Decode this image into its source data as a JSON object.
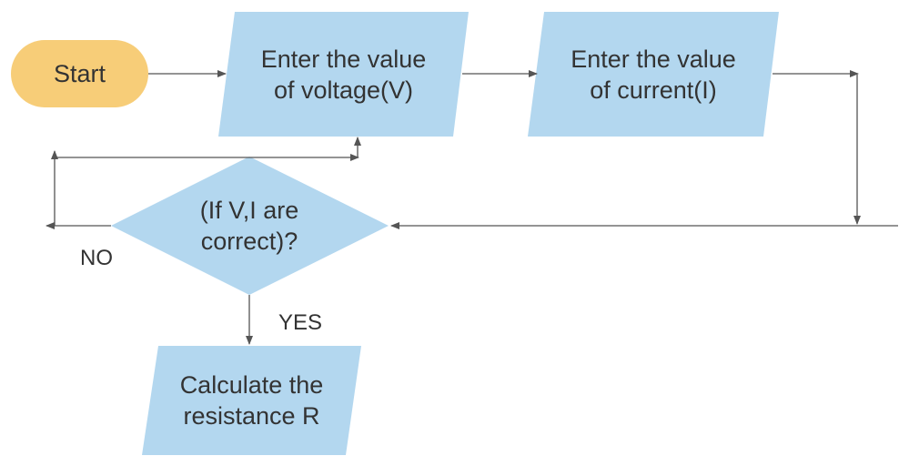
{
  "colors": {
    "start": "#f7cd78",
    "process": "#b3d7ef",
    "line": "#555555",
    "text": "#333333"
  },
  "nodes": {
    "start": {
      "label": "Start"
    },
    "voltage": {
      "line1": "Enter the value",
      "line2": "of voltage(V)"
    },
    "current": {
      "line1": "Enter the value",
      "line2": "of current(I)"
    },
    "decision": {
      "line1": "(If V,I are",
      "line2": "correct)?"
    },
    "calculate": {
      "line1": "Calculate the",
      "line2": "resistance R"
    }
  },
  "edges": {
    "no_label": "NO",
    "yes_label": "YES"
  }
}
